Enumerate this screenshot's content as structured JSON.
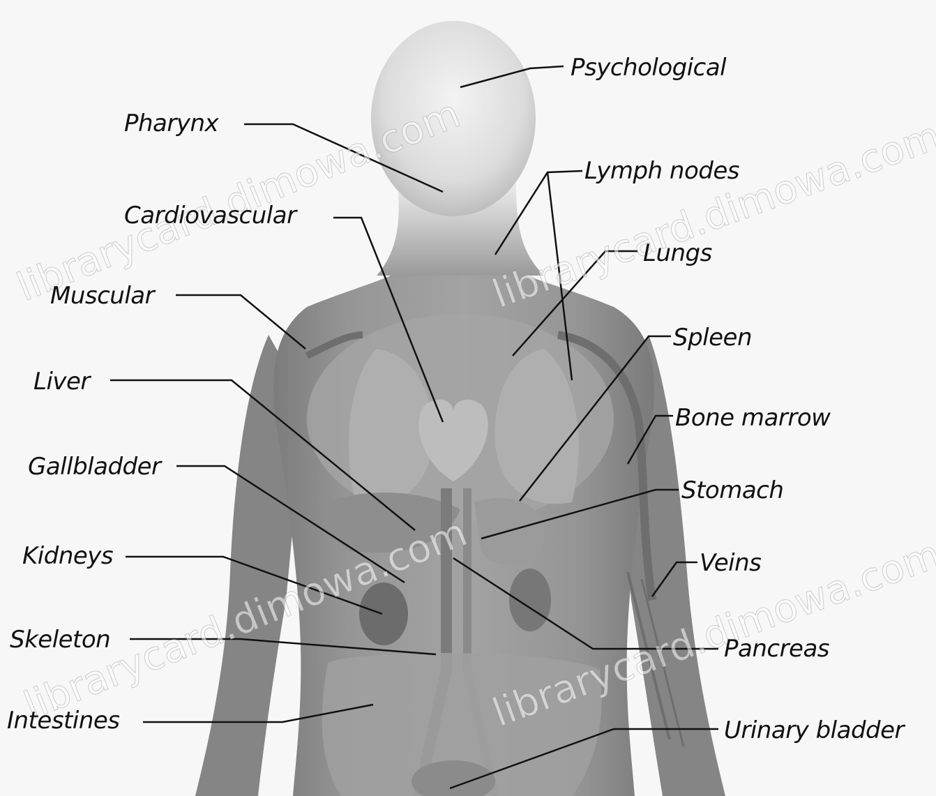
{
  "labels": {
    "psychological": "Psychological",
    "pharynx": "Pharynx",
    "lymph_nodes": "Lymph nodes",
    "cardiovascular": "Cardiovascular",
    "lungs": "Lungs",
    "muscular": "Muscular",
    "spleen": "Spleen",
    "liver": "Liver",
    "bone_marrow": "Bone marrow",
    "gallbladder": "Gallbladder",
    "stomach": "Stomach",
    "kidneys": "Kidneys",
    "veins": "Veins",
    "skeleton": "Skeleton",
    "pancreas": "Pancreas",
    "intestines": "Intestines",
    "urinary_bladder": "Urinary bladder"
  },
  "watermark": "librarycard.dimowa.com",
  "colors": {
    "background": "#f7f7f7",
    "body": "#8e8e8e",
    "organ": "#a7a7a7",
    "line": "#111111",
    "text": "#111111"
  }
}
